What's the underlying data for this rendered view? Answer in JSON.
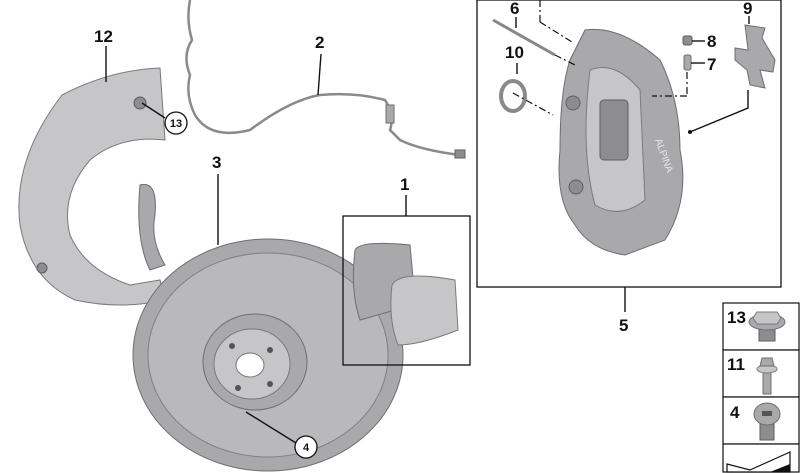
{
  "diagram": {
    "callouts": {
      "shield": "12",
      "sensor_wire": "2",
      "disc": "3",
      "pads": "1",
      "caliper_assembly": "5",
      "guide_pin": "6",
      "seal_ring": "10",
      "bleed_cap": "8",
      "bleed_valve": "7",
      "spring_clip": "9",
      "shield_bolt": "13",
      "disc_screw": "4"
    },
    "caliper_logo": "ALPINA",
    "hardware_panel": [
      {
        "label": "13",
        "icon": "flange-bolt-icon"
      },
      {
        "label": "11",
        "icon": "bolt-icon"
      },
      {
        "label": "4",
        "icon": "countersunk-screw-icon"
      },
      {
        "label": "",
        "icon": "shim-icon"
      }
    ],
    "colors": {
      "part": "#a9a9ab",
      "line": "#111111"
    }
  }
}
